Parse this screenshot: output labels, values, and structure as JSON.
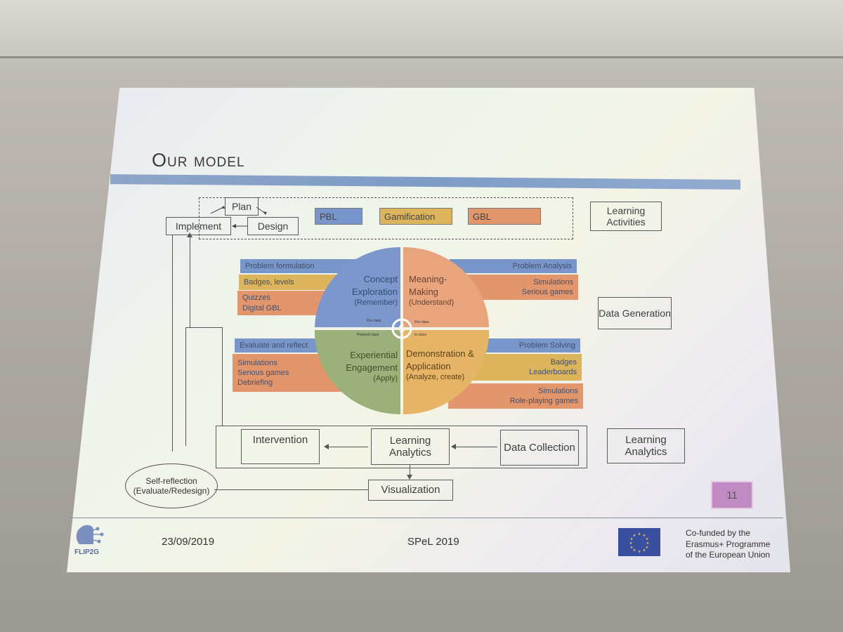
{
  "slide": {
    "title": "Our model",
    "page_number": "11"
  },
  "cycle": {
    "plan": "Plan",
    "implement": "Implement",
    "design": "Design"
  },
  "activities": [
    {
      "label": "PBL",
      "color": "#7896c9"
    },
    {
      "label": "Gamification",
      "color": "#dbb45b"
    },
    {
      "label": "GBL",
      "color": "#e3966c"
    }
  ],
  "side_labels": {
    "learning_activities": "Learning Activities",
    "data_generation": "Data Generation",
    "learning_analytics": "Learning Analytics"
  },
  "quadrants": {
    "tl": {
      "title": "Concept Exploration",
      "sub": "(Remember)",
      "color": "#7b97cb"
    },
    "tr": {
      "title": "Meaning-Making",
      "sub": "(Understand)",
      "color": "#e8a47d"
    },
    "bl": {
      "title": "Experiential Engagement",
      "sub": "(Apply)",
      "color": "#9bb07a"
    },
    "br": {
      "title": "Demonstration & Application",
      "sub": "(Analyze, create)",
      "color": "#e6b467"
    },
    "tiny_tl": "Pre class",
    "tiny_tr": "Pre class",
    "tiny_bl": "Pre/post class",
    "tiny_br": "In class"
  },
  "strips": {
    "tl": [
      "Problem formulation",
      "Badges, levels",
      "Quizzes",
      "Digital GBL"
    ],
    "tr": [
      "Problem Analysis",
      "Simulations",
      "Serious games"
    ],
    "bl": [
      "Evaluate and reflect",
      "Simulations",
      "Serious games",
      "Debriefing"
    ],
    "br": [
      "Problem Solving",
      "Badges",
      "Leaderboards",
      "Simulations",
      "Role-playing games"
    ]
  },
  "flow": {
    "intervention": "Intervention",
    "learning_analytics": "Learning Analytics",
    "data_collection": "Data Collection",
    "visualization": "Visualization",
    "self_reflection": "Self-reflection",
    "self_reflection_sub": "(Evaluate/Redesign)"
  },
  "footer": {
    "logo_text": "FLIP2G",
    "date": "23/09/2019",
    "event": "SPeL 2019",
    "cofunded_1": "Co-funded by the",
    "cofunded_2": "Erasmus+ Programme",
    "cofunded_3": "of the European Union"
  }
}
